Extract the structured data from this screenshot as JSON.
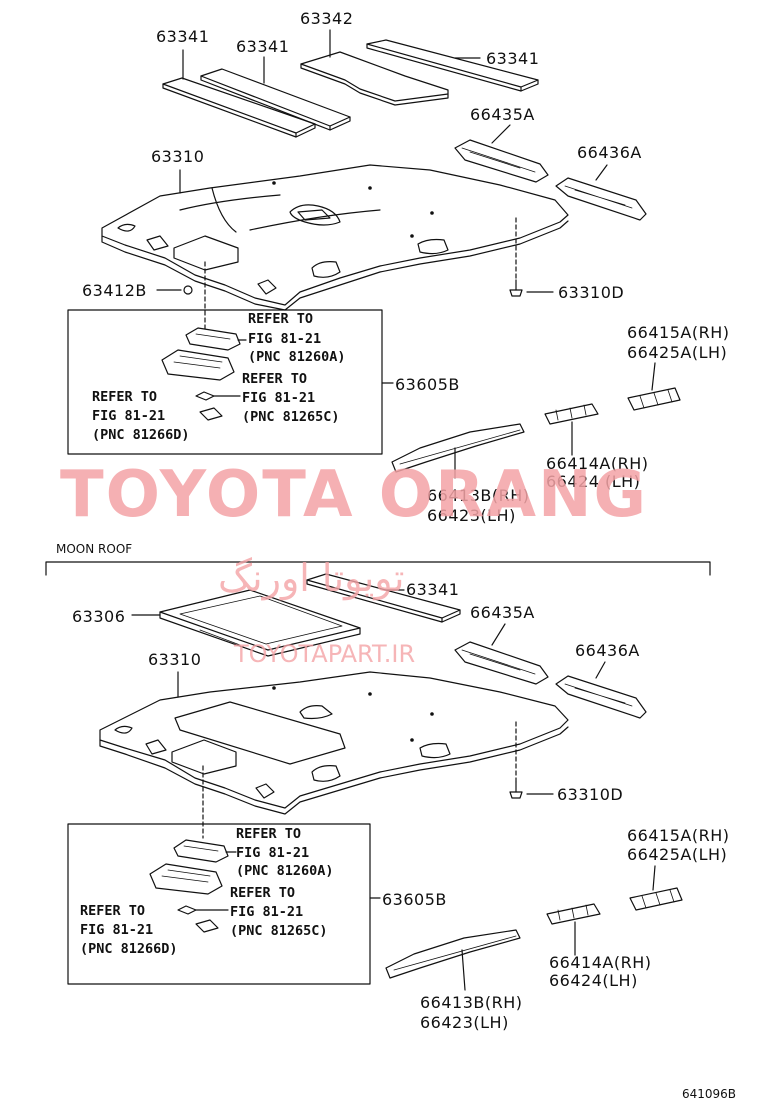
{
  "top": {
    "pads": {
      "pad_left": "63341",
      "pad_mid": "63341",
      "pad_center": "63342",
      "pad_right": "63341"
    },
    "headliner": "63310",
    "plug": "63412B",
    "clip": "63310D",
    "board_front_rh": "66435A",
    "board_front_lh": "66436A",
    "lamp_assy": "63605B",
    "refer_a": [
      "REFER TO",
      "FIG 81-21",
      "(PNC 81260A)"
    ],
    "refer_b": [
      "REFER TO",
      "FIG 81-21",
      "(PNC 81265C)"
    ],
    "refer_c": [
      "REFER TO",
      "FIG 81-21",
      "(PNC 81266D)"
    ],
    "rail_top": [
      "66415A(RH)",
      "66425A(LH)"
    ],
    "rail_mid": [
      "66414A(RH)",
      "66424 (LH)"
    ],
    "rail_bot": [
      "66413B(RH)",
      "66423(LH)"
    ]
  },
  "section_title": "MOON ROOF",
  "bottom": {
    "pad": "63341",
    "sunshade": "63306",
    "headliner": "63310",
    "clip": "63310D",
    "board_front_rh": "66435A",
    "board_front_lh": "66436A",
    "lamp_assy": "63605B",
    "refer_a": [
      "REFER TO",
      "FIG 81-21",
      "(PNC 81260A)"
    ],
    "refer_b": [
      "REFER TO",
      "FIG 81-21",
      "(PNC 81265C)"
    ],
    "refer_c": [
      "REFER TO",
      "FIG 81-21",
      "(PNC 81266D)"
    ],
    "rail_top": [
      "66415A(RH)",
      "66425A(LH)"
    ],
    "rail_mid": [
      "66414A(RH)",
      "66424(LH)"
    ],
    "rail_bot": [
      "66413B(RH)",
      "66423(LH)"
    ]
  },
  "watermark": {
    "brand": "TOYOTA ORANG",
    "persian": "تویوتا اورنگ",
    "site": "TOYOTAPART.IR",
    "color": "#f4a3a6"
  },
  "drawing_code": "641096B"
}
